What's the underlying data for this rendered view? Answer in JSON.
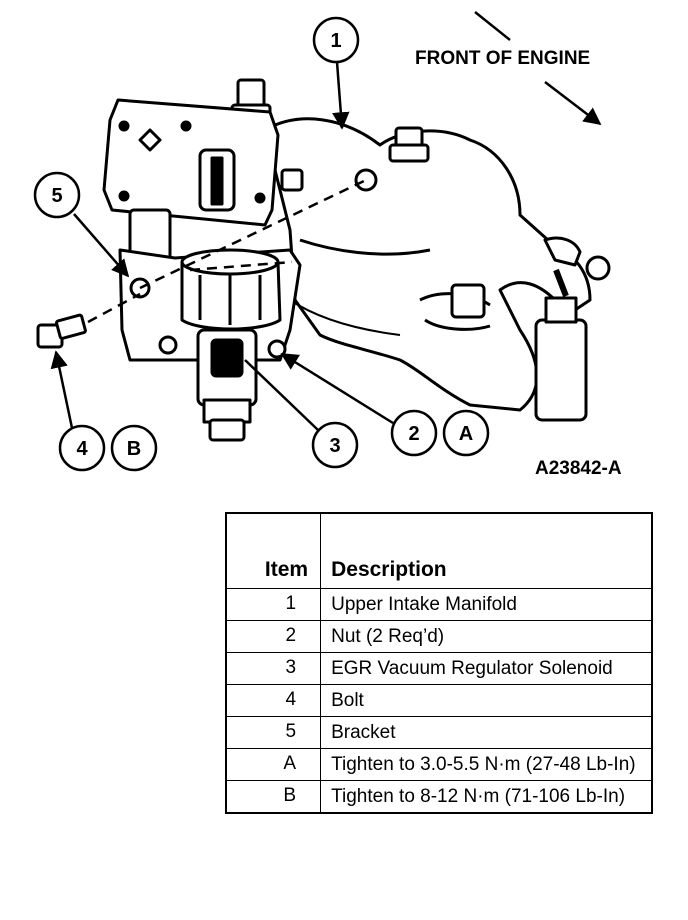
{
  "diagram": {
    "front_label": "FRONT OF ENGINE",
    "figure_id": "A23842-A",
    "callouts": [
      "1",
      "2",
      "3",
      "4",
      "5"
    ],
    "spec_callouts": [
      "A",
      "B"
    ]
  },
  "table": {
    "headers": {
      "item": "Item",
      "description": "Description"
    },
    "rows": [
      {
        "item": "1",
        "description": "Upper Intake Manifold"
      },
      {
        "item": "2",
        "description": "Nut (2 Req’d)"
      },
      {
        "item": "3",
        "description": "EGR Vacuum Regulator Solenoid"
      },
      {
        "item": "4",
        "description": "Bolt"
      },
      {
        "item": "5",
        "description": "Bracket"
      },
      {
        "item": "A",
        "description": "Tighten to 3.0-5.5 N·m (27-48 Lb-In)"
      },
      {
        "item": "B",
        "description": "Tighten to 8-12 N·m (71-106 Lb-In)"
      }
    ]
  }
}
